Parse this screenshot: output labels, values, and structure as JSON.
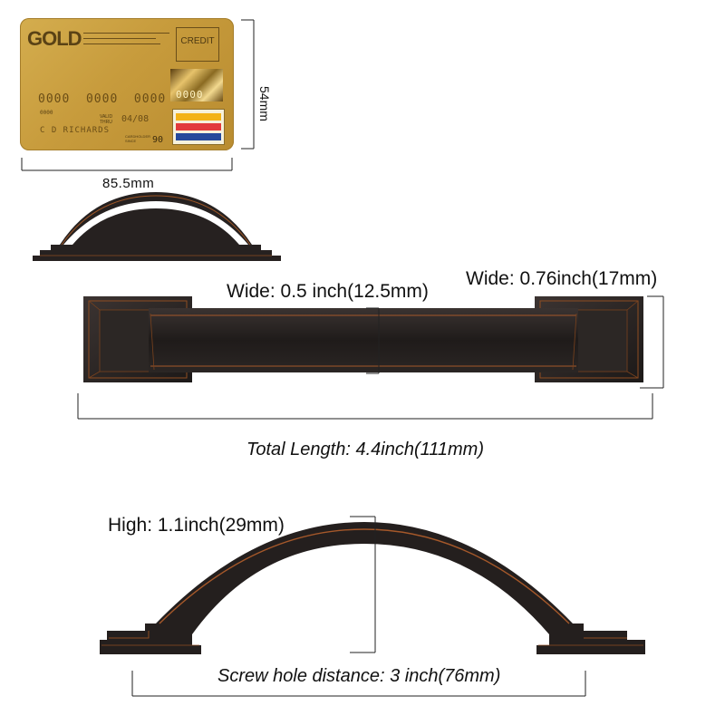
{
  "card": {
    "brand": "GOLD",
    "type": "CREDIT",
    "number": "0000  0000  0000",
    "chip_digits": "0000",
    "small_code": "0000",
    "valid_label": "VALID THRU",
    "valid_date": "04/08",
    "holder": "C D RICHARDS",
    "since_label": "CARDHOLDER SINCE",
    "since_value": "90",
    "height_dim": "54mm",
    "width_dim": "85.5mm"
  },
  "top_view": {
    "wide_handle": "Wide: 0.5 inch(12.5mm)",
    "wide_base": "Wide: 0.76inch(17mm)",
    "total_length": "Total Length: 4.4inch(111mm)"
  },
  "side_view": {
    "high": "High: 1.1inch(29mm)",
    "screw_hole": "Screw hole distance: 3 inch(76mm)"
  },
  "colors": {
    "bronze_dark": "#2a2523",
    "bronze_highlight": "#b5652e",
    "card_gold": "#c9a040"
  }
}
